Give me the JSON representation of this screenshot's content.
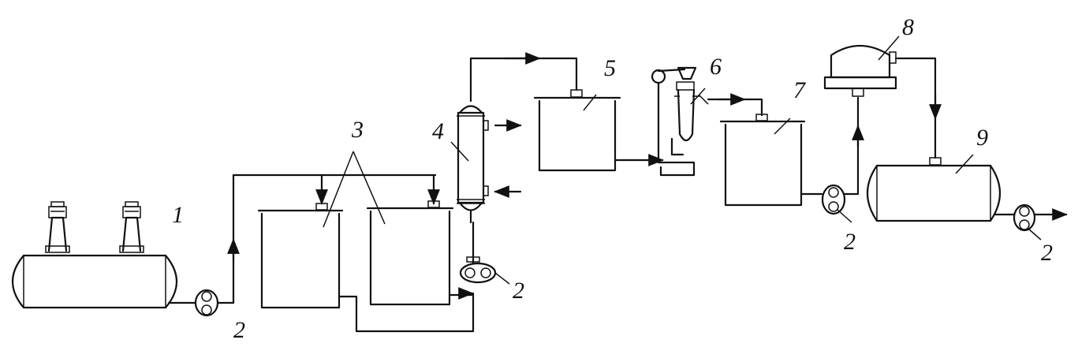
{
  "labels": {
    "tank1": "1",
    "pump_a": "2",
    "pump_b": "2",
    "pump_c": "2",
    "pump_d": "2",
    "tanks3": "3",
    "heat_exchanger": "4",
    "tank5": "5",
    "separator": "6",
    "tank7": "7",
    "vessel8": "8",
    "tank9": "9"
  }
}
